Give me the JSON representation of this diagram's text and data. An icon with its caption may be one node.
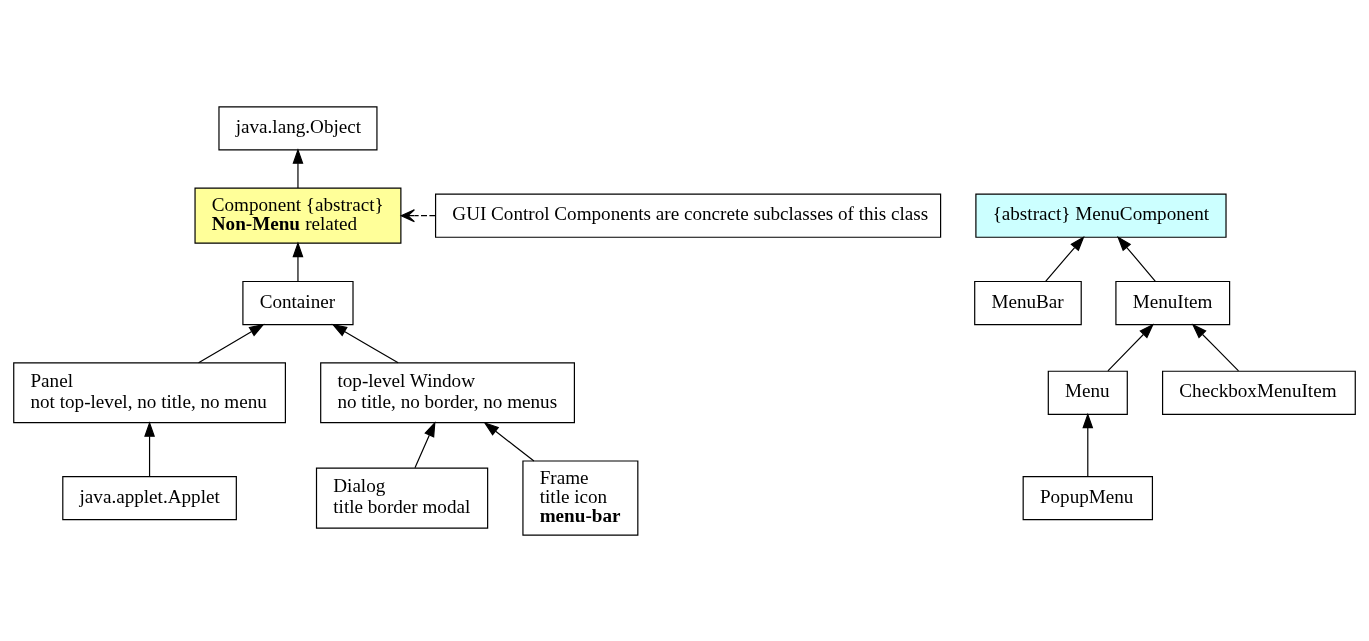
{
  "diagram": {
    "nodes": [
      {
        "text": [
          "java.lang.Object"
        ]
      },
      {
        "text": [
          "Component {abstract}",
          "**Non-Menu** related"
        ]
      },
      {
        "text": [
          "GUI Control Components are concrete subclasses of this class"
        ]
      },
      {
        "text": [
          "Container"
        ]
      },
      {
        "text": [
          "Panel",
          "not top-level, no title, no menu"
        ]
      },
      {
        "text": [
          "top-level Window",
          "no title, no border, no menus"
        ]
      },
      {
        "text": [
          "java.applet.Applet"
        ]
      },
      {
        "text": [
          "Dialog",
          "title border modal"
        ]
      },
      {
        "text": [
          "Frame",
          "title icon",
          "**menu-bar**"
        ]
      },
      {
        "text": [
          "{abstract} MenuComponent"
        ]
      },
      {
        "text": [
          "MenuBar"
        ]
      },
      {
        "text": [
          "MenuItem"
        ]
      },
      {
        "text": [
          "Menu"
        ]
      },
      {
        "text": [
          "CheckboxMenuItem"
        ]
      },
      {
        "text": [
          "PopupMenu"
        ]
      }
    ],
    "edges": [
      {
        "from": 1,
        "to": 0,
        "arrow": "to"
      },
      {
        "from": 2,
        "to": 1,
        "arrow": "to",
        "style": "dashed"
      },
      {
        "from": 3,
        "to": 1,
        "arrow": "to"
      },
      {
        "from": 4,
        "to": 3,
        "arrow": "to"
      },
      {
        "from": 5,
        "to": 3,
        "arrow": "to"
      },
      {
        "from": 6,
        "to": 4,
        "arrow": "to"
      },
      {
        "from": 7,
        "to": 5,
        "arrow": "to"
      },
      {
        "from": 8,
        "to": 5,
        "arrow": "to"
      },
      {
        "from": 10,
        "to": 9,
        "arrow": "to"
      },
      {
        "from": 11,
        "to": 9,
        "arrow": "to"
      },
      {
        "from": 12,
        "to": 11,
        "arrow": "to"
      },
      {
        "from": 13,
        "to": 11,
        "arrow": "to"
      },
      {
        "from": 14,
        "to": 12,
        "arrow": "to"
      }
    ]
  }
}
